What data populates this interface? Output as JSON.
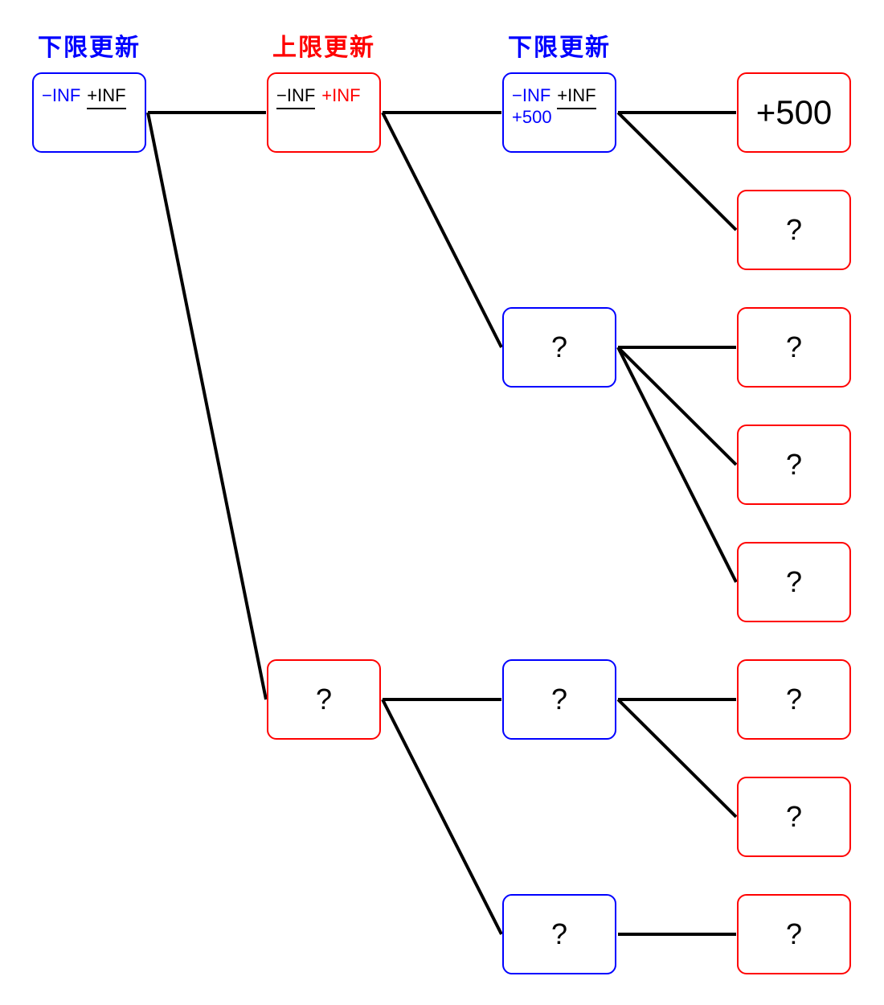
{
  "colors": {
    "lower_update": "#0000ff",
    "upper_update": "#ff0000",
    "edge": "#000000"
  },
  "headers": [
    {
      "label": "下限更新",
      "color": "blue"
    },
    {
      "label": "上限更新",
      "color": "red"
    },
    {
      "label": "下限更新",
      "color": "blue"
    }
  ],
  "nodes": {
    "root": {
      "lower": "−INF",
      "upper": "+INF"
    },
    "a": {
      "lower": "−INF",
      "upper": "+INF"
    },
    "b": {
      "lower": "−INF",
      "upper": "+INF",
      "update": "+500"
    },
    "leaf1": {
      "value": "+500"
    },
    "unknown": "?"
  },
  "tree": {
    "edges": [
      [
        "root",
        "a"
      ],
      [
        "root",
        "c1"
      ],
      [
        "a",
        "b"
      ],
      [
        "a",
        "b2"
      ],
      [
        "b",
        "l1"
      ],
      [
        "b",
        "l2"
      ],
      [
        "b2",
        "l3"
      ],
      [
        "b2",
        "l4"
      ],
      [
        "b2",
        "l5"
      ],
      [
        "c1",
        "b3"
      ],
      [
        "c1",
        "b4"
      ],
      [
        "b3",
        "l6"
      ],
      [
        "b3",
        "l7"
      ],
      [
        "b4",
        "l8"
      ]
    ]
  }
}
